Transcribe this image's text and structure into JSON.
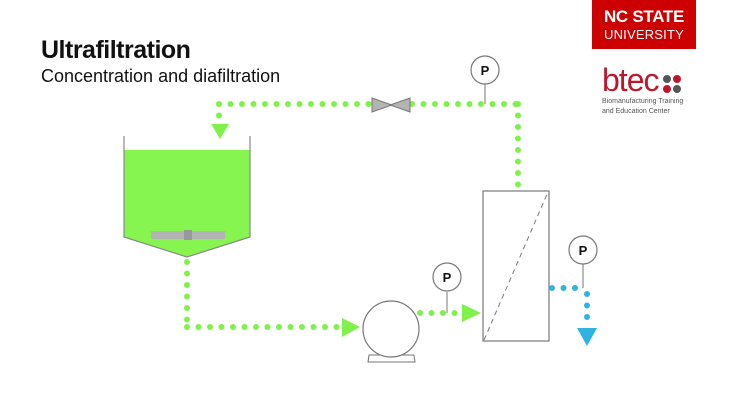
{
  "header": {
    "title": "Ultrafiltration",
    "subtitle": "Concentration and diafiltration"
  },
  "logos": {
    "ncsu_line1": "NC STATE",
    "ncsu_line2": "UNIVERSITY",
    "btec_word": "btec",
    "btec_line1": "Biomanufacturing Training",
    "btec_line2": "and Education Center"
  },
  "diagram": {
    "gauges": [
      {
        "id": "retentate-gauge",
        "label": "P"
      },
      {
        "id": "feed-gauge",
        "label": "P"
      },
      {
        "id": "permeate-gauge",
        "label": "P"
      }
    ],
    "colors": {
      "retentate_flow": "#7ef24a",
      "tank_liquid": "#86f550",
      "permeate_flow": "#2fb3e3",
      "equipment_outline": "#666666",
      "valve_fill": "#b3b3b3",
      "brand_red": "#cc0000"
    }
  }
}
